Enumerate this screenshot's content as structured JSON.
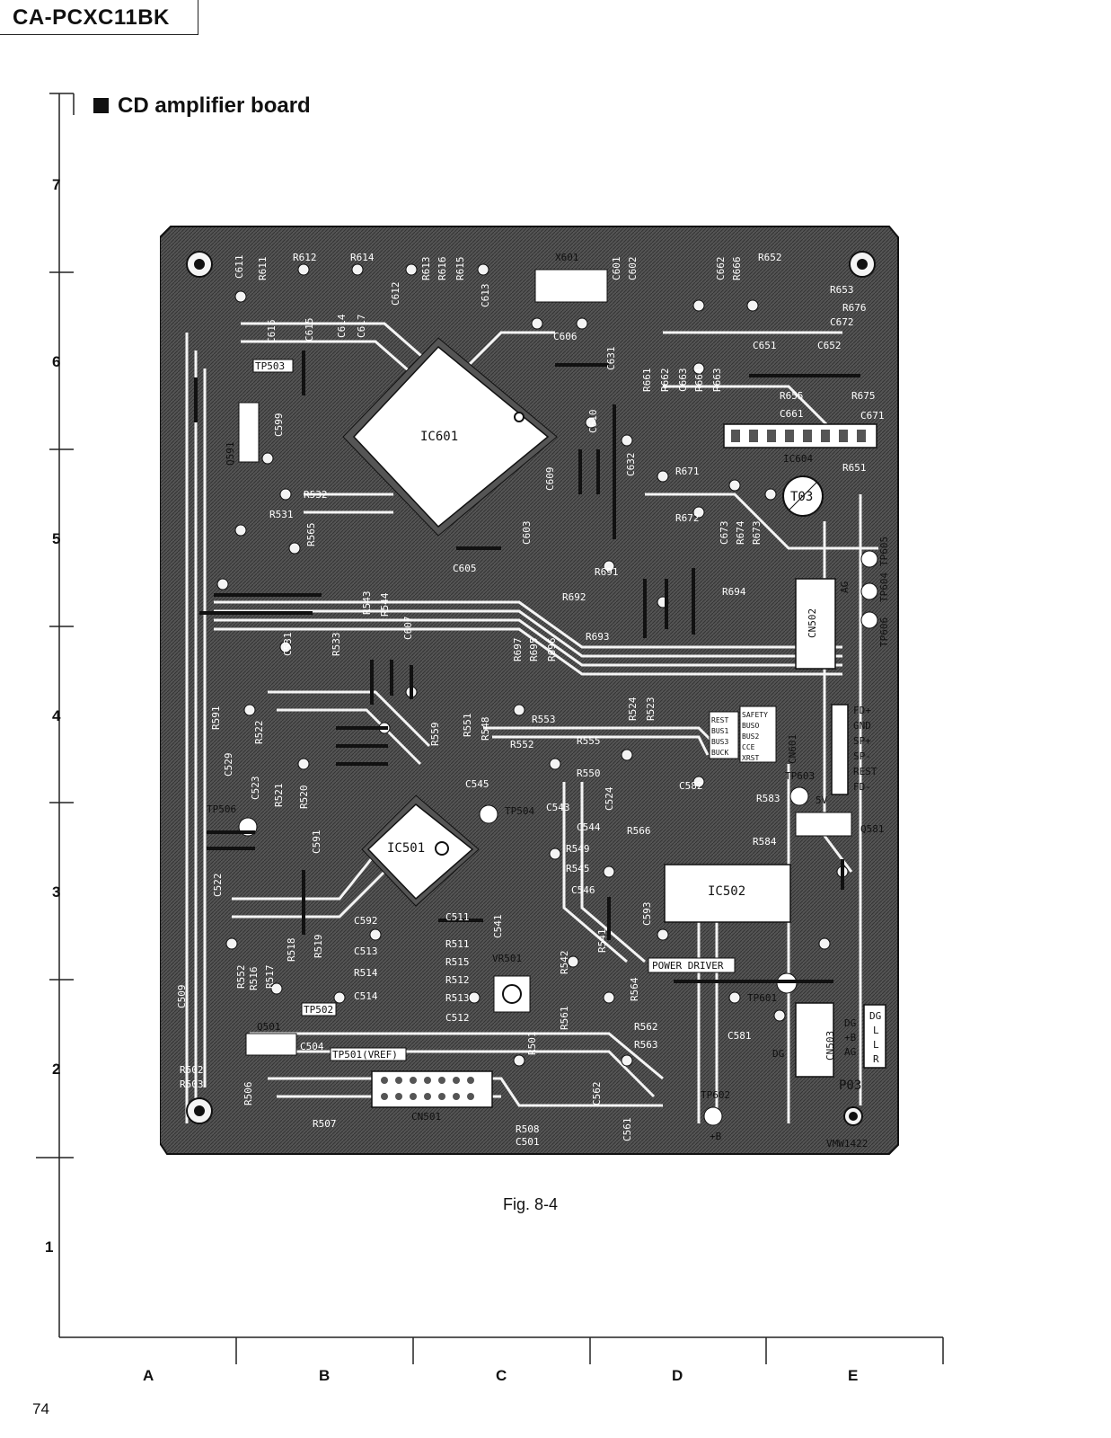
{
  "header": {
    "model": "CA-PCXC11BK",
    "section_title": "CD amplifier board"
  },
  "row_labels": [
    "7",
    "6",
    "5",
    "4",
    "3",
    "2",
    "1"
  ],
  "column_labels": [
    "A",
    "B",
    "C",
    "D",
    "E"
  ],
  "figure_caption": "Fig. 8-4",
  "page_number": "74",
  "board": {
    "ics": {
      "ic601": "IC601",
      "ic501": "IC501",
      "ic502": "IC502",
      "ic604": "IC604",
      "q591": "Q591",
      "q501": "Q501",
      "q581": "Q581"
    },
    "connectors": {
      "cn501": "CN501",
      "cn601": "CN601",
      "cn502": "CN502",
      "cn503": "CN503",
      "cn601_pins": [
        "FD+",
        "GND",
        "SP+",
        "SP-",
        "REST",
        "FD-"
      ],
      "cn503_pins": [
        "DG",
        "+B",
        "AG"
      ],
      "cn503_pins_r": [
        "DG",
        "L",
        "L",
        "R"
      ]
    },
    "markings": {
      "power_driver": "POWER DRIVER",
      "board_code": "VMW1422",
      "p03": "P03",
      "t03": "T03",
      "x601": "X601",
      "vr501": "VR501",
      "v5": "5V",
      "plus_b": "+B",
      "dg": "DG",
      "ag": "AG",
      "tp501": "TP501(VREF)",
      "tp502": "TP502",
      "tp503": "TP503",
      "tp601": "TP601",
      "tp602": "TP602",
      "tp603": "TP603",
      "tp604": "TP604",
      "tp605": "TP605",
      "tp606": "TP606",
      "tp504": "TP504",
      "tp506": "TP506",
      "safety_block": [
        "SAFETY",
        "BUSO",
        "BUS2",
        "CCE",
        "XRST"
      ],
      "rest_block": [
        "REST",
        "BUS1",
        "BUS3",
        "BUCK"
      ]
    },
    "parts": [
      {
        "t": "C611"
      },
      {
        "t": "R611"
      },
      {
        "t": "R612"
      },
      {
        "t": "R614"
      },
      {
        "t": "R613"
      },
      {
        "t": "R616"
      },
      {
        "t": "R615"
      },
      {
        "t": "C612"
      },
      {
        "t": "C613"
      },
      {
        "t": "C601"
      },
      {
        "t": "C602"
      },
      {
        "t": "C662"
      },
      {
        "t": "R666"
      },
      {
        "t": "R652"
      },
      {
        "t": "R653"
      },
      {
        "t": "R676"
      },
      {
        "t": "C672"
      },
      {
        "t": "C651"
      },
      {
        "t": "C652"
      },
      {
        "t": "R655"
      },
      {
        "t": "C661"
      },
      {
        "t": "R675"
      },
      {
        "t": "C671"
      },
      {
        "t": "C616"
      },
      {
        "t": "C615"
      },
      {
        "t": "C614"
      },
      {
        "t": "C617"
      },
      {
        "t": "C606"
      },
      {
        "t": "C631"
      },
      {
        "t": "R661"
      },
      {
        "t": "R662"
      },
      {
        "t": "C663"
      },
      {
        "t": "R664"
      },
      {
        "t": "R663"
      },
      {
        "t": "C610"
      },
      {
        "t": "C599"
      },
      {
        "t": "R532"
      },
      {
        "t": "R531"
      },
      {
        "t": "C609"
      },
      {
        "t": "C632"
      },
      {
        "t": "R671"
      },
      {
        "t": "R672"
      },
      {
        "t": "R651"
      },
      {
        "t": "C603"
      },
      {
        "t": "C673"
      },
      {
        "t": "R674"
      },
      {
        "t": "R673"
      },
      {
        "t": "R565"
      },
      {
        "t": "C605"
      },
      {
        "t": "R691"
      },
      {
        "t": "R692"
      },
      {
        "t": "R694"
      },
      {
        "t": "R543"
      },
      {
        "t": "R544"
      },
      {
        "t": "C607"
      },
      {
        "t": "R697"
      },
      {
        "t": "R695"
      },
      {
        "t": "R696"
      },
      {
        "t": "R693"
      },
      {
        "t": "C531"
      },
      {
        "t": "R533"
      },
      {
        "t": "R591"
      },
      {
        "t": "R522"
      },
      {
        "t": "R559"
      },
      {
        "t": "R551"
      },
      {
        "t": "R548"
      },
      {
        "t": "R553"
      },
      {
        "t": "R552"
      },
      {
        "t": "R555"
      },
      {
        "t": "R524"
      },
      {
        "t": "R523"
      },
      {
        "t": "C529"
      },
      {
        "t": "C523"
      },
      {
        "t": "R521"
      },
      {
        "t": "R520"
      },
      {
        "t": "R550"
      },
      {
        "t": "C582"
      },
      {
        "t": "C545"
      },
      {
        "t": "C543"
      },
      {
        "t": "C524"
      },
      {
        "t": "C544"
      },
      {
        "t": "R583"
      },
      {
        "t": "R584"
      },
      {
        "t": "R566"
      },
      {
        "t": "C591"
      },
      {
        "t": "R549"
      },
      {
        "t": "R545"
      },
      {
        "t": "C546"
      },
      {
        "t": "C593"
      },
      {
        "t": "C522"
      },
      {
        "t": "R501"
      },
      {
        "t": "C592"
      },
      {
        "t": "C513"
      },
      {
        "t": "C511"
      },
      {
        "t": "R519"
      },
      {
        "t": "R518"
      },
      {
        "t": "C541"
      },
      {
        "t": "R542"
      },
      {
        "t": "R541"
      },
      {
        "t": "R514"
      },
      {
        "t": "R511"
      },
      {
        "t": "R515"
      },
      {
        "t": "R512"
      },
      {
        "t": "R513"
      },
      {
        "t": "C514"
      },
      {
        "t": "C512"
      },
      {
        "t": "R561"
      },
      {
        "t": "R564"
      },
      {
        "t": "R562"
      },
      {
        "t": "R563"
      },
      {
        "t": "C581"
      },
      {
        "t": "R552b",
        "v": "R552"
      },
      {
        "t": "R516"
      },
      {
        "t": "R517"
      },
      {
        "t": "C509"
      },
      {
        "t": "C504"
      },
      {
        "t": "R502"
      },
      {
        "t": "R503"
      },
      {
        "t": "R506"
      },
      {
        "t": "R507"
      },
      {
        "t": "R508"
      },
      {
        "t": "C501"
      },
      {
        "t": "C562"
      },
      {
        "t": "C561"
      }
    ]
  }
}
